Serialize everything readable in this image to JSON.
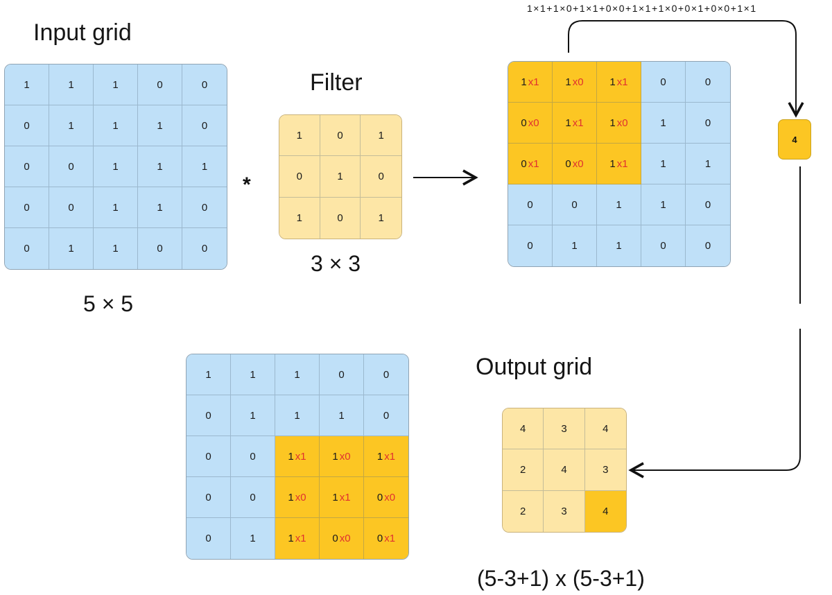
{
  "input": {
    "title": "Input grid",
    "size_label": "5 × 5",
    "values": [
      [
        1,
        1,
        1,
        0,
        0
      ],
      [
        0,
        1,
        1,
        1,
        0
      ],
      [
        0,
        0,
        1,
        1,
        1
      ],
      [
        0,
        0,
        1,
        1,
        0
      ],
      [
        0,
        1,
        1,
        0,
        0
      ]
    ]
  },
  "operator": "*",
  "filter": {
    "title": "Filter",
    "size_label": "3 × 3",
    "values": [
      [
        1,
        0,
        1
      ],
      [
        0,
        1,
        0
      ],
      [
        1,
        0,
        1
      ]
    ]
  },
  "convolution_step_top": {
    "formula": "1×1+1×0+1×1+0×0+1×1+1×0+0×1+0×0+1×1",
    "result": "4",
    "window_row": 0,
    "window_col": 0
  },
  "convolution_step_bottom": {
    "window_row": 2,
    "window_col": 2
  },
  "output": {
    "title": "Output grid",
    "size_formula": "(5-3+1) x (5-3+1)",
    "values": [
      [
        4,
        3,
        4
      ],
      [
        2,
        4,
        3
      ],
      [
        2,
        3,
        4
      ]
    ],
    "highlight_row": 2,
    "highlight_col": 2
  },
  "colors": {
    "input_cell": "#bfe0f8",
    "filter_cell": "#fde6a6",
    "highlight": "#fcc623",
    "weight_text": "#e03030"
  }
}
